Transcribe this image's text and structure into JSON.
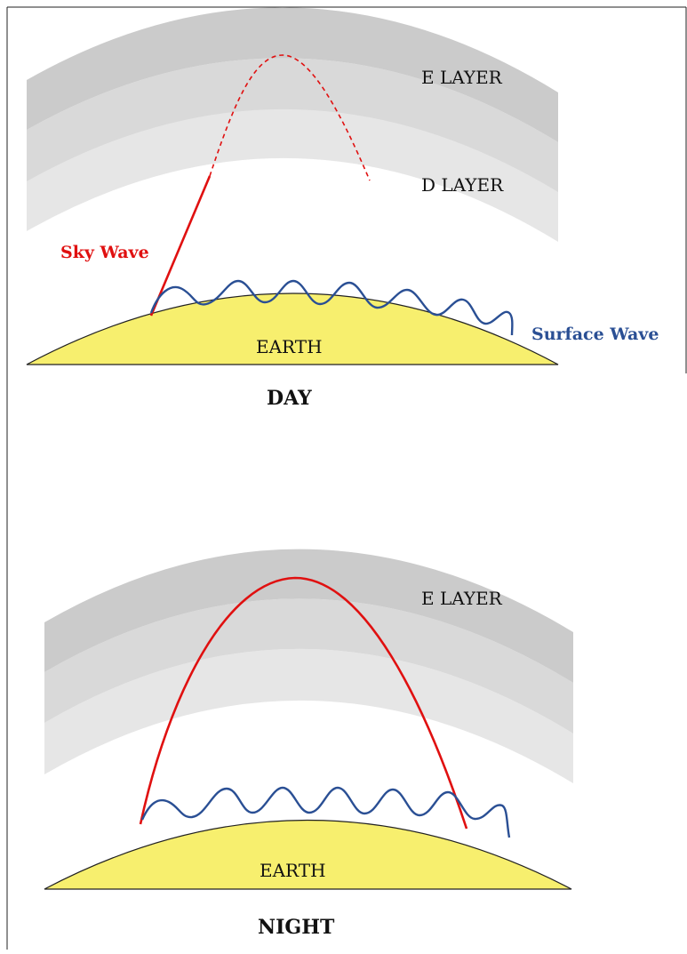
{
  "colors": {
    "sky_wave": "#e01010",
    "surface_wave": "#2a4f94",
    "earth_fill": "#f7ef6e",
    "e_layer": "#cbcbcb",
    "mid_layer": "#d9d9d9",
    "d_layer": "#e6e6e6"
  },
  "day": {
    "e_layer_label": "E LAYER",
    "d_layer_label": "D LAYER",
    "sky_wave_label": "Sky Wave",
    "surface_wave_label": "Surface Wave",
    "earth_label": "EARTH",
    "caption": "DAY"
  },
  "night": {
    "e_layer_label": "E LAYER",
    "earth_label": "EARTH",
    "caption": "NIGHT"
  }
}
